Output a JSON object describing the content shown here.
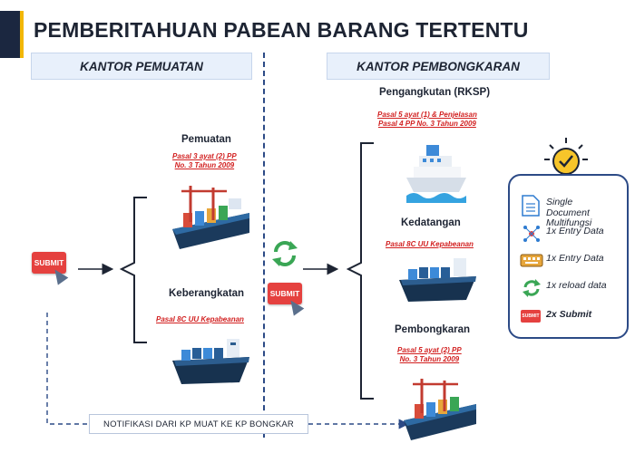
{
  "title": "PEMBERITAHUAN PABEAN BARANG TERTENTU",
  "sections": {
    "left": "KANTOR PEMUATAN",
    "right": "KANTOR PEMBONGKARAN"
  },
  "left_flow": {
    "submit_label": "SUBMIT",
    "pemuatan": {
      "title": "Pemuatan",
      "ref": [
        "Pasal 3 ayat (2) PP",
        "No. 3 Tahun 2009"
      ]
    },
    "keberangkatan": {
      "title": "Keberangkatan",
      "ref": [
        "Pasal 8C UU Kepabeanan"
      ]
    }
  },
  "right_flow": {
    "submit_label": "SUBMIT",
    "pengangkutan": {
      "title": "Pengangkutan (RKSP)",
      "ref": [
        "Pasal 5 ayat (1) & Penjelasan",
        "Pasal 4 PP No. 3 Tahun 2009"
      ]
    },
    "kedatangan": {
      "title": "Kedatangan",
      "ref": [
        "Pasal 8C UU Kepabeanan"
      ]
    },
    "pembongkaran": {
      "title": "Pembongkaran",
      "ref": [
        "Pasal 5 ayat (2) PP",
        "No. 3 Tahun 2009"
      ]
    }
  },
  "legend": [
    {
      "icon": "document-icon",
      "text": "Single Document Multifungsi"
    },
    {
      "icon": "network-icon",
      "text": "1x Entry Data"
    },
    {
      "icon": "keyboard-icon",
      "text": "1x Entry Data"
    },
    {
      "icon": "reload-icon",
      "text": "1x reload data"
    },
    {
      "icon": "submit-icon",
      "text": "2x Submit",
      "bold": true
    }
  ],
  "notification": "NOTIFIKASI DARI KP MUAT KE KP BONGKAR",
  "colors": {
    "navy": "#1b2740",
    "accent": "#f2b705",
    "ref_red": "#d22020",
    "submit_red": "#e5413f",
    "reload_green": "#3aa655",
    "line_blue": "#2c4a86"
  }
}
